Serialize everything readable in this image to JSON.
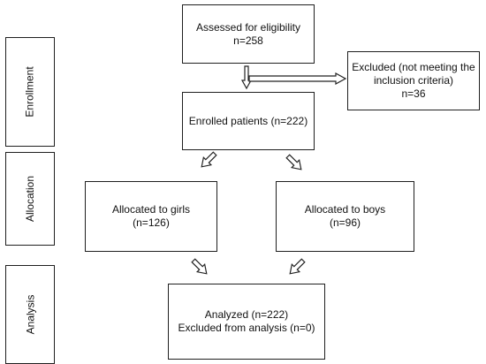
{
  "stages": {
    "enrollment": "Enrollment",
    "allocation": "Allocation",
    "analysis": "Analysis"
  },
  "boxes": {
    "assessed": {
      "line1": "Assessed for eligibility",
      "line2": "n=258"
    },
    "excluded": {
      "line1": "Excluded (not meeting the",
      "line2": "inclusion criteria)",
      "line3": "n=36"
    },
    "enrolled": {
      "line1": "Enrolled patients (n=222)"
    },
    "girls": {
      "line1": "Allocated to girls",
      "line2": "(n=126)"
    },
    "boys": {
      "line1": "Allocated to boys",
      "line2": "(n=96)"
    },
    "analyzed": {
      "line1": "Analyzed (n=222)",
      "line2": "Excluded from analysis (n=0)"
    }
  },
  "colors": {
    "border": "#1f1f1f",
    "background": "#ffffff",
    "text": "#111111"
  }
}
